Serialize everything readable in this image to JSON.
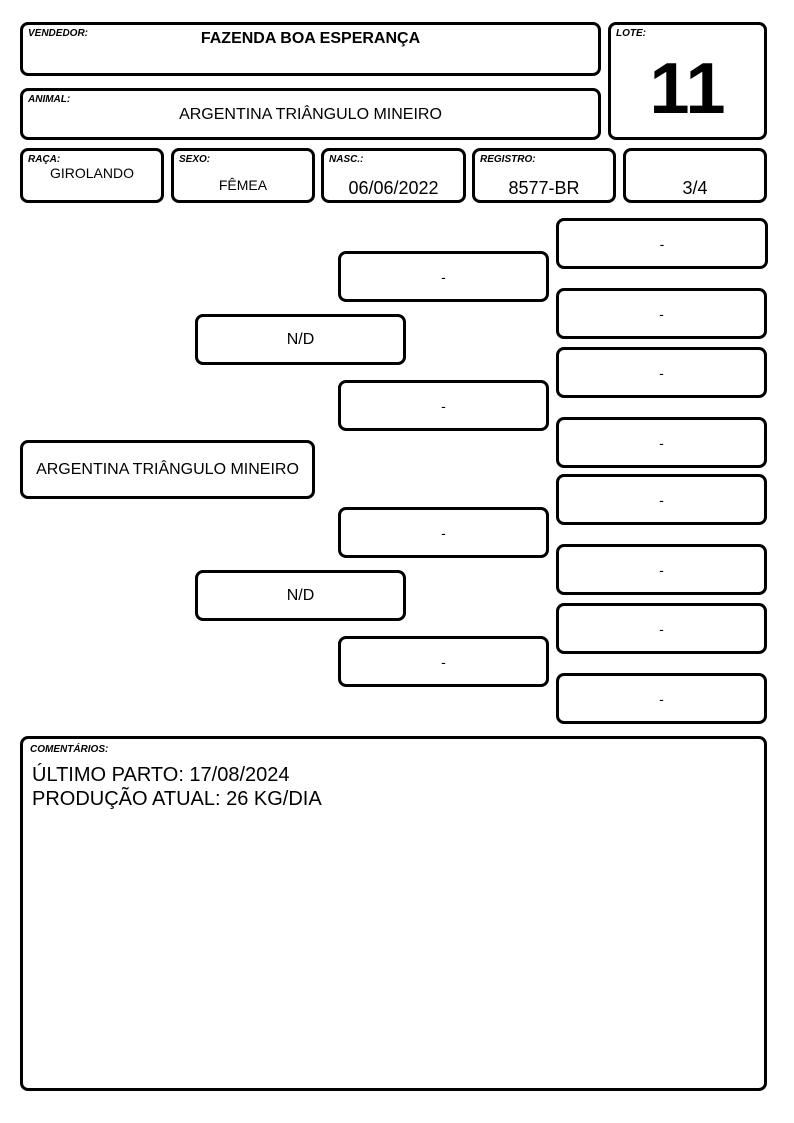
{
  "header": {
    "vendor_label": "VENDEDOR:",
    "vendor": "FAZENDA BOA ESPERANÇA",
    "lot_label": "LOTE:",
    "lot": "11",
    "animal_label": "ANIMAL:",
    "animal": "ARGENTINA TRIÂNGULO MINEIRO"
  },
  "info": {
    "breed_label": "RAÇA:",
    "breed": "GIROLANDO",
    "sex_label": "SEXO:",
    "sex": "FÊMEA",
    "birth_label": "NASC.:",
    "birth": "06/06/2022",
    "registry_label": "REGISTRO:",
    "registry": "8577-BR",
    "grade": "3/4"
  },
  "pedigree": {
    "animal": "ARGENTINA TRIÂNGULO MINEIRO",
    "sire": "N/D",
    "dam": "N/D",
    "sire_sire": "-",
    "sire_dam": "-",
    "dam_sire": "-",
    "dam_dam": "-",
    "ggp": [
      "-",
      "-",
      "-",
      "-",
      "-",
      "-",
      "-",
      "-"
    ]
  },
  "comments": {
    "label": "COMENTÁRIOS:",
    "lines": [
      "ÚLTIMO PARTO: 17/08/2024",
      "PRODUÇÃO ATUAL: 26 KG/DIA"
    ]
  }
}
